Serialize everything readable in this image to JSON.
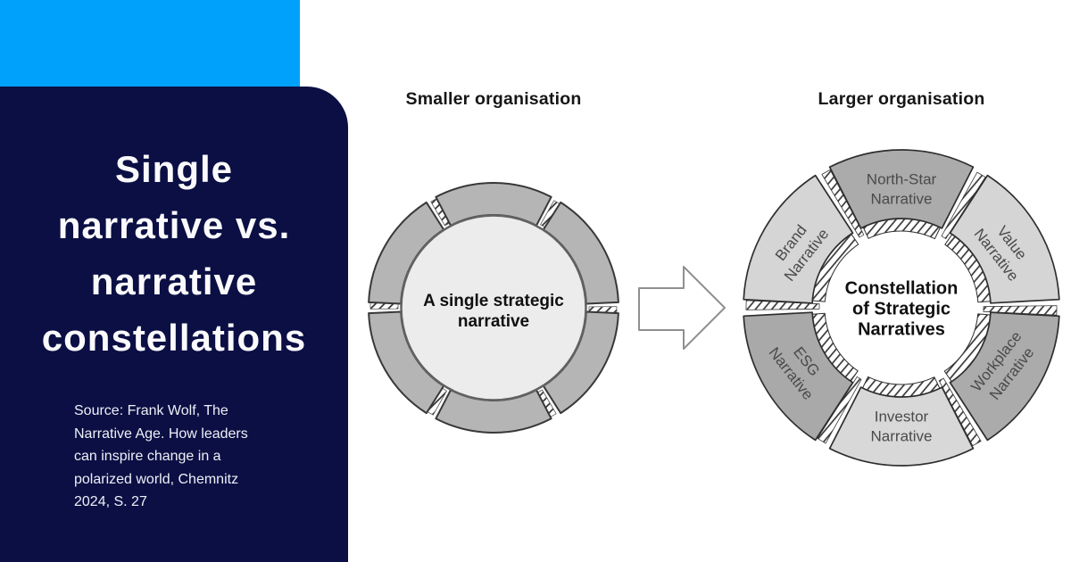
{
  "panel": {
    "bg_color": "#0b0f44",
    "accent_color": "#00a1fb",
    "title_lines": [
      "Single",
      "narrative vs.",
      "narrative",
      "constellations"
    ],
    "source": "Source: Frank Wolf, The Narrative Age. How leaders can inspire change in a polarized world, Chemnitz 2024, S. 27"
  },
  "left_diagram": {
    "heading": "Smaller organisation",
    "center_label": {
      "line1": "A single strategic",
      "line2": "narrative"
    },
    "ring_color": "#b5b5b5",
    "center_fill": "#ececec",
    "segment_count": 6
  },
  "arrow": {
    "direction": "right"
  },
  "right_diagram": {
    "heading": "Larger organisation",
    "center_label": {
      "line1": "Constellation",
      "line2": "of Strategic",
      "line3": "Narratives"
    },
    "segments": [
      {
        "id": "north-star",
        "line1": "North-Star",
        "line2": "Narrative",
        "color": "#ababab"
      },
      {
        "id": "value",
        "line1": "Value",
        "line2": "Narrative",
        "color": "#d5d5d5"
      },
      {
        "id": "workplace",
        "line1": "Workplace",
        "line2": "Narrative",
        "color": "#ababab"
      },
      {
        "id": "investor",
        "line1": "Investor",
        "line2": "Narrative",
        "color": "#d8d8d8"
      },
      {
        "id": "esg",
        "line1": "ESG",
        "line2": "Narrative",
        "color": "#a9a9a9"
      },
      {
        "id": "brand",
        "line1": "Brand",
        "line2": "Narrative",
        "color": "#d5d5d5"
      }
    ]
  }
}
